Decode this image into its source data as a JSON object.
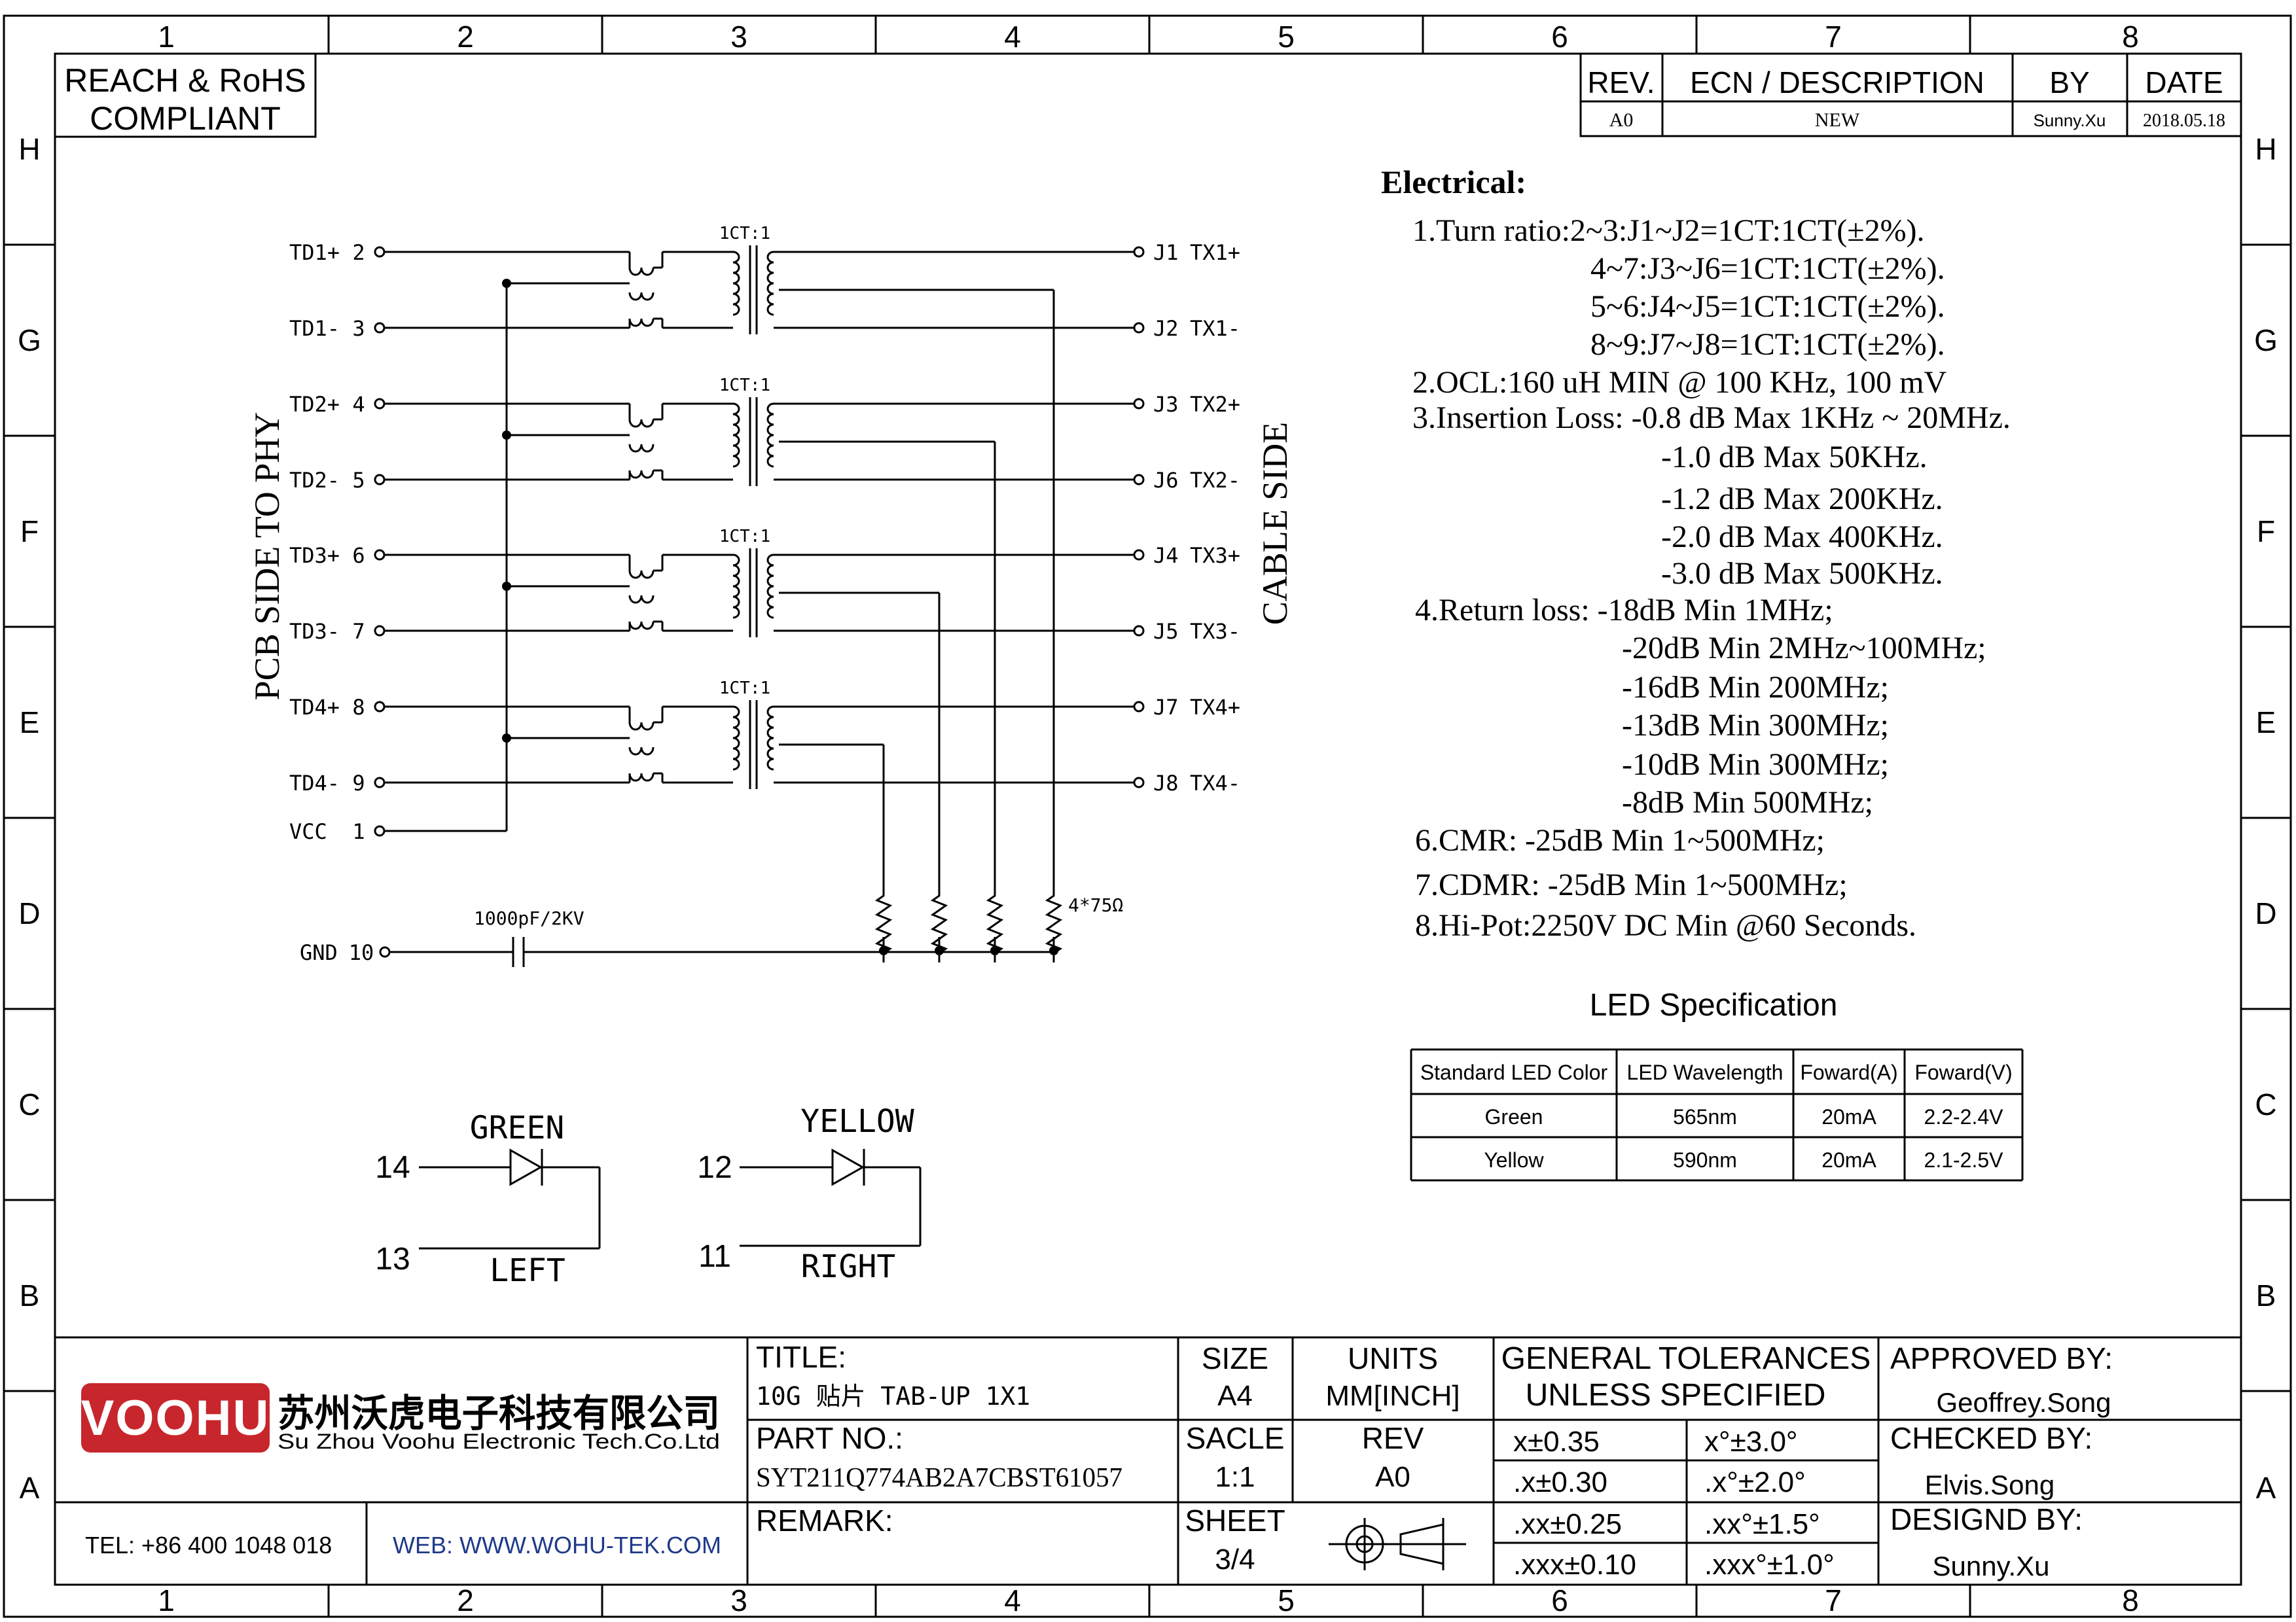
{
  "frame": {
    "columns": [
      "1",
      "2",
      "3",
      "4",
      "5",
      "6",
      "7",
      "8"
    ],
    "rows": [
      "H",
      "G",
      "F",
      "E",
      "D",
      "C",
      "B",
      "A"
    ]
  },
  "compliance": [
    "REACH & RoHS",
    "COMPLIANT"
  ],
  "revision_table": {
    "headers": [
      "REV.",
      "ECN / DESCRIPTION",
      "BY",
      "DATE"
    ],
    "rows": [
      [
        "A0",
        "NEW",
        "Sunny.Xu",
        "2018.05.18"
      ]
    ]
  },
  "schematic": {
    "left_pins": [
      {
        "label": "TD1+",
        "pin": "2"
      },
      {
        "label": "TD1-",
        "pin": "3"
      },
      {
        "label": "TD2+",
        "pin": "4"
      },
      {
        "label": "TD2-",
        "pin": "5"
      },
      {
        "label": "TD3+",
        "pin": "6"
      },
      {
        "label": "TD3-",
        "pin": "7"
      },
      {
        "label": "TD4+",
        "pin": "8"
      },
      {
        "label": "TD4-",
        "pin": "9"
      }
    ],
    "vcc": {
      "label": "VCC",
      "pin": "1"
    },
    "gnd": {
      "label": "GND",
      "pin": "10"
    },
    "right_pins": [
      {
        "pin": "J1",
        "label": "TX1+"
      },
      {
        "pin": "J2",
        "label": "TX1-"
      },
      {
        "pin": "J3",
        "label": "TX2+"
      },
      {
        "pin": "J6",
        "label": "TX2-"
      },
      {
        "pin": "J4",
        "label": "TX3+"
      },
      {
        "pin": "J5",
        "label": "TX3-"
      },
      {
        "pin": "J7",
        "label": "TX4+"
      },
      {
        "pin": "J8",
        "label": "TX4-"
      }
    ],
    "transformer_ratio": "1CT:1",
    "capacitor": "1000pF/2KV",
    "resistors": "4*75Ω",
    "left_side_label": "PCB SIDE TO PHY",
    "right_side_label": "CABLE SIDE"
  },
  "electrical": {
    "title": "Electrical:",
    "lines": [
      "1.Turn ratio:2~3:J1~J2=1CT:1CT(±2%).",
      "4~7:J3~J6=1CT:1CT(±2%).",
      "5~6:J4~J5=1CT:1CT(±2%).",
      "8~9:J7~J8=1CT:1CT(±2%).",
      "2.OCL:160 uH MIN @ 100 KHz, 100 mV",
      "3.Insertion Loss: -0.8 dB Max 1KHz ~ 20MHz.",
      "-1.0 dB Max 50KHz.",
      "-1.2 dB Max 200KHz.",
      "-2.0 dB Max 400KHz.",
      "-3.0 dB Max 500KHz.",
      "4.Return loss: -18dB Min 1MHz;",
      "-20dB Min 2MHz~100MHz;",
      "-16dB Min 200MHz;",
      "-13dB Min 300MHz;",
      "-10dB Min 300MHz;",
      "-8dB Min 500MHz;",
      "6.CMR: -25dB Min 1~500MHz;",
      "7.CDMR: -25dB Min 1~500MHz;",
      "8.Hi-Pot:2250V DC Min @60 Seconds."
    ]
  },
  "led_spec": {
    "title": "LED Specification",
    "headers": [
      "Standard LED Color",
      "LED Wavelength",
      "Foward(A)",
      "Foward(V)"
    ],
    "rows": [
      [
        "Green",
        "565nm",
        "20mA",
        "2.2-2.4V"
      ],
      [
        "Yellow",
        "590nm",
        "20mA",
        "2.1-2.5V"
      ]
    ]
  },
  "leds": [
    {
      "color": "GREEN",
      "pin_a": "14",
      "pin_k": "13",
      "side": "LEFT"
    },
    {
      "color": "YELLOW",
      "pin_a": "12",
      "pin_k": "11",
      "side": "RIGHT"
    }
  ],
  "title_block": {
    "logo": "VOOHU",
    "company_cn": "苏州沃虎电子科技有限公司",
    "company_en": "Su Zhou Voohu Electronic Tech.Co.Ltd",
    "tel": "TEL: +86 400 1048 018",
    "web": "WEB: WWW.WOHU-TEK.COM",
    "title_label": "TITLE:",
    "title_value": "10G 贴片 TAB-UP 1X1",
    "part_label": "PART NO.:",
    "part_value": "SYT211Q774AB2A7CBST61057",
    "remark_label": "REMARK:",
    "size_label": "SIZE",
    "size_value": "A4",
    "units_label": "UNITS",
    "units_value": "MM[INCH]",
    "scale_label": "SACLE",
    "scale_value": "1:1",
    "rev_label": "REV",
    "rev_value": "A0",
    "sheet_label": "SHEET",
    "sheet_value": "3/4",
    "tolerance_title": [
      "GENERAL TOLERANCES",
      "UNLESS SPECIFIED"
    ],
    "tolerances": [
      [
        "x±0.35",
        "x°±3.0°"
      ],
      [
        ".x±0.30",
        ".x°±2.0°"
      ],
      [
        ".xx±0.25",
        ".xx°±1.5°"
      ],
      [
        ".xxx±0.10",
        ".xxx°±1.0°"
      ]
    ],
    "approved_label": "APPROVED BY:",
    "approved_value": "Geoffrey.Song",
    "checked_label": "CHECKED BY:",
    "checked_value": "Elvis.Song",
    "designed_label": "DESIGND BY:",
    "designed_value": "Sunny.Xu"
  }
}
